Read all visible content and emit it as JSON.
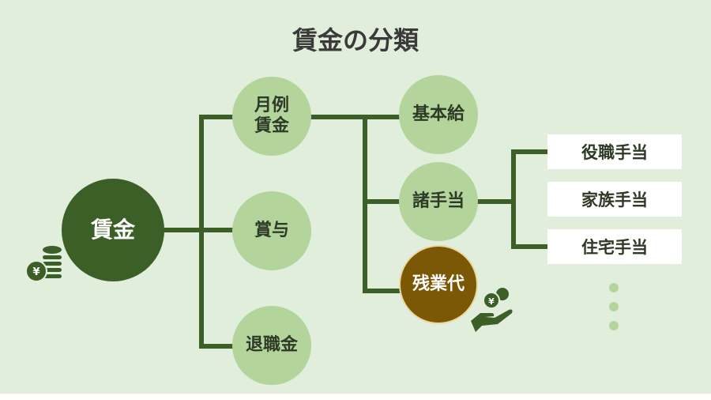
{
  "title": "賃金の分類",
  "root": {
    "label": "賃金"
  },
  "level2": [
    {
      "label": "月例\n賃金"
    },
    {
      "label": "賞与"
    },
    {
      "label": "退職金"
    }
  ],
  "level3": [
    {
      "label": "基本給"
    },
    {
      "label": "諸手当"
    },
    {
      "label": "残業代"
    }
  ],
  "allowances": [
    {
      "label": "役職手当"
    },
    {
      "label": "家族手当"
    },
    {
      "label": "住宅手当"
    }
  ],
  "icons": {
    "coins": "yen-coins-icon",
    "hand": "hand-holding-yen-icon"
  },
  "colors": {
    "background": "#e2eedc",
    "dark_green": "#3c5e27",
    "light_green": "#b3d59c",
    "brown": "#7a5806"
  }
}
